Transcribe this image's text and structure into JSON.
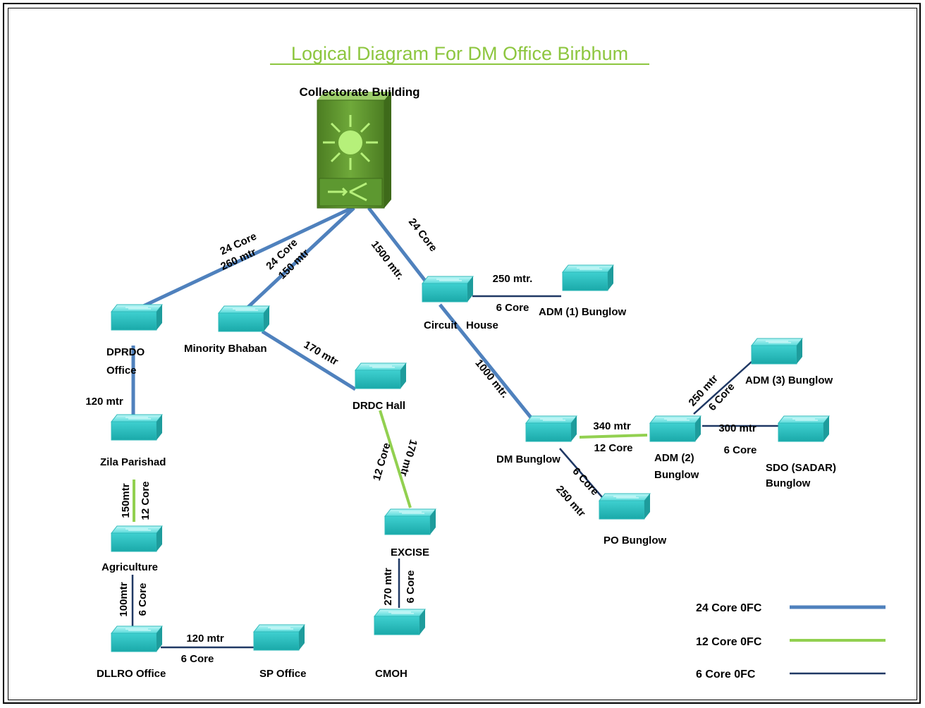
{
  "title": "Logical Diagram For DM Office Birbhum",
  "core": {
    "label": "Collectorate Building"
  },
  "nodes": [
    {
      "id": "dprdo",
      "label": "DPRDO",
      "label2": "Office"
    },
    {
      "id": "minority",
      "label": "Minority Bhaban"
    },
    {
      "id": "circuit",
      "label": "Circuit   House"
    },
    {
      "id": "adm1",
      "label": "ADM (1) Bunglow"
    },
    {
      "id": "drdc",
      "label": "DRDC Hall"
    },
    {
      "id": "zila",
      "label": "Zila Parishad"
    },
    {
      "id": "agri",
      "label": "Agriculture"
    },
    {
      "id": "dllro",
      "label": "DLLRO Office"
    },
    {
      "id": "sp",
      "label": "SP Office"
    },
    {
      "id": "excise",
      "label": "EXCISE"
    },
    {
      "id": "cmoh",
      "label": "CMOH"
    },
    {
      "id": "dmb",
      "label": "DM Bunglow"
    },
    {
      "id": "adm2",
      "label": "ADM (2)",
      "label2": "Bunglow"
    },
    {
      "id": "adm3",
      "label": "ADM (3) Bunglow"
    },
    {
      "id": "sdo",
      "label": "SDO (SADAR)",
      "label2": "Bunglow"
    },
    {
      "id": "po",
      "label": "PO Bunglow"
    }
  ],
  "links": [
    {
      "id": "core-dprdo",
      "type": "24 Core OFC",
      "core": "24 Core",
      "length": "260 mtr"
    },
    {
      "id": "core-minority",
      "type": "24 Core OFC",
      "core": "24 Core",
      "length": "150 mtr"
    },
    {
      "id": "core-circuit",
      "type": "24 Core OFC",
      "core": "24 Core",
      "length": "1500 mtr."
    },
    {
      "id": "circuit-adm1",
      "type": "6 Core OFC",
      "core": "6 Core",
      "length": "250 mtr."
    },
    {
      "id": "minority-drdc",
      "type": "24 Core OFC",
      "length": "170 mtr"
    },
    {
      "id": "circuit-dmb",
      "type": "24 Core OFC",
      "length": "1000 mtr."
    },
    {
      "id": "dprdo-zila",
      "type": "24 Core OFC",
      "length": "120 mtr"
    },
    {
      "id": "zila-agri",
      "type": "12 Core OFC",
      "core": "12 Core",
      "length": "150mtr"
    },
    {
      "id": "agri-dllro",
      "type": "6 Core OFC",
      "core": "6 Core",
      "length": "100mtr"
    },
    {
      "id": "dllro-sp",
      "type": "6 Core OFC",
      "core": "6 Core",
      "length": "120 mtr"
    },
    {
      "id": "drdc-excise",
      "type": "12 Core OFC",
      "core": "12 Core",
      "length": "170 mtr"
    },
    {
      "id": "excise-cmoh",
      "type": "6 Core OFC",
      "core": "6 Core",
      "length": "270 mtr"
    },
    {
      "id": "dmb-adm2",
      "type": "12 Core OFC",
      "core": "12 Core",
      "length": "340 mtr"
    },
    {
      "id": "adm2-adm3",
      "type": "6 Core OFC",
      "core": "6 Core",
      "length": "250 mtr"
    },
    {
      "id": "adm2-sdo",
      "type": "6 Core OFC",
      "core": "6 Core",
      "length": "300 mtr"
    },
    {
      "id": "dmb-po",
      "type": "6 Core OFC",
      "core": "6 Core",
      "length": "250 mtr"
    }
  ],
  "legend": [
    {
      "label": "24 Core 0FC",
      "color": "#4f81bd"
    },
    {
      "label": "12 Core 0FC",
      "color": "#92d050"
    },
    {
      "label": "6 Core 0FC",
      "color": "#1f3864"
    }
  ],
  "colors": {
    "title": "#8dc63f",
    "ofc24": "#4f81bd",
    "ofc12": "#92d050",
    "ofc6": "#1f3864",
    "switch": "#3ecfcf",
    "core_switch": "#5a8f29"
  }
}
